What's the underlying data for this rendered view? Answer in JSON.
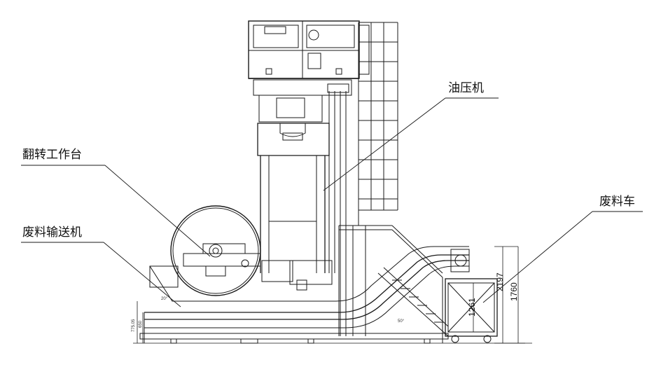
{
  "labels": {
    "hydraulic_press": "油压机",
    "flip_table": "翻转工作台",
    "scrap_conveyor": "废料输送机",
    "scrap_cart": "废料车"
  },
  "dimensions": {
    "cart_inner_height": "1261",
    "cart_outer_height": "2197",
    "total_height": "1760",
    "small_a": "775.05",
    "small_b": "650",
    "small_c": "20°",
    "small_d": "50°"
  },
  "colors": {
    "line": "#1a1a1a",
    "fill": "#ffffff"
  }
}
